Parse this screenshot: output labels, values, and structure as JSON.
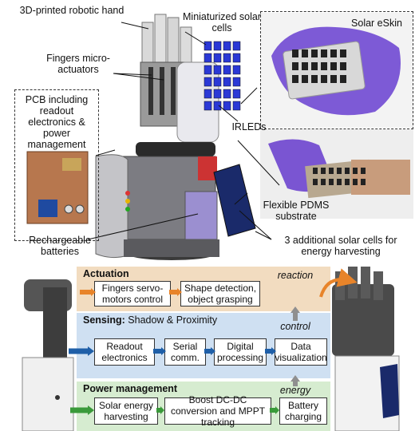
{
  "labels": {
    "hand": "3D-printed robotic hand",
    "fingers": "Fingers micro-actuators",
    "pcb": "PCB including readout electronics & power management",
    "cells": "Miniaturized solar cells",
    "eskin": "Solar eSkin",
    "irleds": "IRLEDs",
    "pdms": "Flexible PDMS substrate",
    "batteries": "Rechargeable batteries",
    "extra_cells": "3 additional solar cells for energy harvesting"
  },
  "actuation": {
    "title": "Actuation",
    "boxes": [
      "Fingers servo-motors control",
      "Shape detection, object grasping"
    ]
  },
  "sensing": {
    "title": "Sensing:",
    "subtitle": "Shadow & Proximity",
    "boxes": [
      "Readout electronics",
      "Serial comm.",
      "Digital processing",
      "Data visualization"
    ]
  },
  "power": {
    "title": "Power management",
    "boxes": [
      "Solar energy harvesting",
      "Boost DC-DC conversion and MPPT tracking",
      "Battery charging"
    ]
  },
  "flow": {
    "reaction": "reaction",
    "control": "control",
    "energy": "energy"
  },
  "colors": {
    "actuation": "#f2dcc0",
    "sensing": "#cfe0f2",
    "power": "#d6ecd0",
    "orange": "#e8842a",
    "blue": "#1f5fa8",
    "green": "#3a9a3a"
  }
}
